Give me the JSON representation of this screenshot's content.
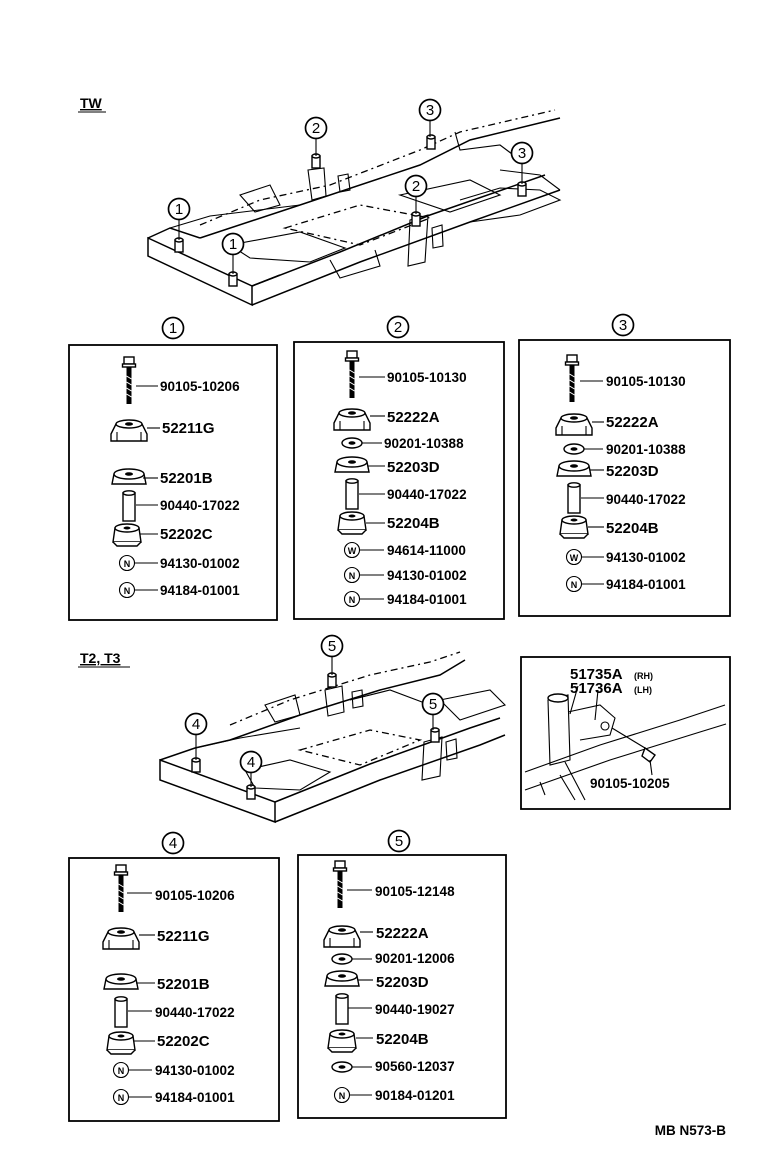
{
  "sections": {
    "tw": "TW",
    "t2t3": "T2, T3"
  },
  "callouts": [
    "1",
    "2",
    "3",
    "4",
    "5"
  ],
  "groups": {
    "g1": [
      "90105-10206",
      "52211G",
      "52201B",
      "90440-17022",
      "52202C",
      "94130-01002",
      "94184-01001"
    ],
    "g2": [
      "90105-10130",
      "52222A",
      "90201-10388",
      "52203D",
      "90440-17022",
      "52204B",
      "94614-11000",
      "94130-01002",
      "94184-01001"
    ],
    "g3": [
      "90105-10130",
      "52222A",
      "90201-10388",
      "52203D",
      "90440-17022",
      "52204B",
      "94130-01002",
      "94184-01001"
    ],
    "g4": [
      "90105-10206",
      "52211G",
      "52201B",
      "90440-17022",
      "52202C",
      "94130-01002",
      "94184-01001"
    ],
    "g5": [
      "90105-12148",
      "52222A",
      "90201-12006",
      "52203D",
      "90440-19027",
      "52204B",
      "90560-12037",
      "90184-01201"
    ]
  },
  "detail": {
    "p1": "51735A",
    "p1_side": "(RH)",
    "p2": "51736A",
    "p2_side": "(LH)",
    "bolt": "90105-10205"
  },
  "symbols": {
    "nut": "N",
    "washer": "W"
  },
  "drawing_code": "MB N573-B"
}
